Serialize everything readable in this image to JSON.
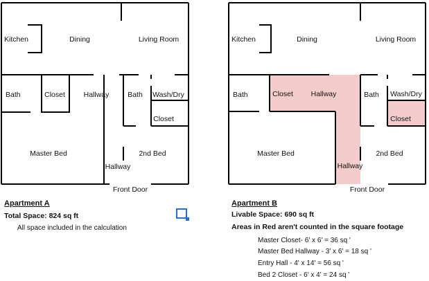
{
  "apartment_a": {
    "rooms": {
      "kitchen": "Kitchen",
      "dining": "Dining",
      "living_room": "Living Room",
      "bath_left": "Bath",
      "closet": "Closet",
      "hallway": "Hallway",
      "bath_right": "Bath",
      "wash_dry": "Wash/Dry",
      "closet_right": "Closet",
      "master_bed": "Master Bed",
      "second_bed": "2nd Bed",
      "hallway_entry": "Hallway",
      "front_door": "Front Door"
    },
    "title": "Apartment A",
    "total_space": "Total Space: 824 sq ft",
    "note": "All space included in the calculation"
  },
  "apartment_b": {
    "rooms": {
      "kitchen": "Kitchen",
      "dining": "Dining",
      "living_room": "Living Room",
      "bath_left": "Bath",
      "closet": "Closet",
      "hallway": "Hallway",
      "bath_right": "Bath",
      "wash_dry": "Wash/Dry",
      "closet_right": "Closet",
      "master_bed": "Master Bed",
      "second_bed": "2nd Bed",
      "hallway_entry": "Hallway",
      "front_door": "Front Door"
    },
    "title": "Apartment B",
    "livable_space": "Livable Space: 690 sq ft",
    "excluded_note": "Areas in Red aren't counted in the square footage",
    "excluded_items": [
      "Master Closet- 6' x 6' = 36 sq '",
      "Master Bed Hallway - 3' x 6' = 18 sq '",
      "Entry Hall - 4' x 14' = 56 sq '",
      "Bed 2 Closet - 6' x 4' = 24 sq '"
    ]
  },
  "colors": {
    "wall": "#000000",
    "excluded_fill": "#f4cccc",
    "selection": "#1e6fe6"
  }
}
